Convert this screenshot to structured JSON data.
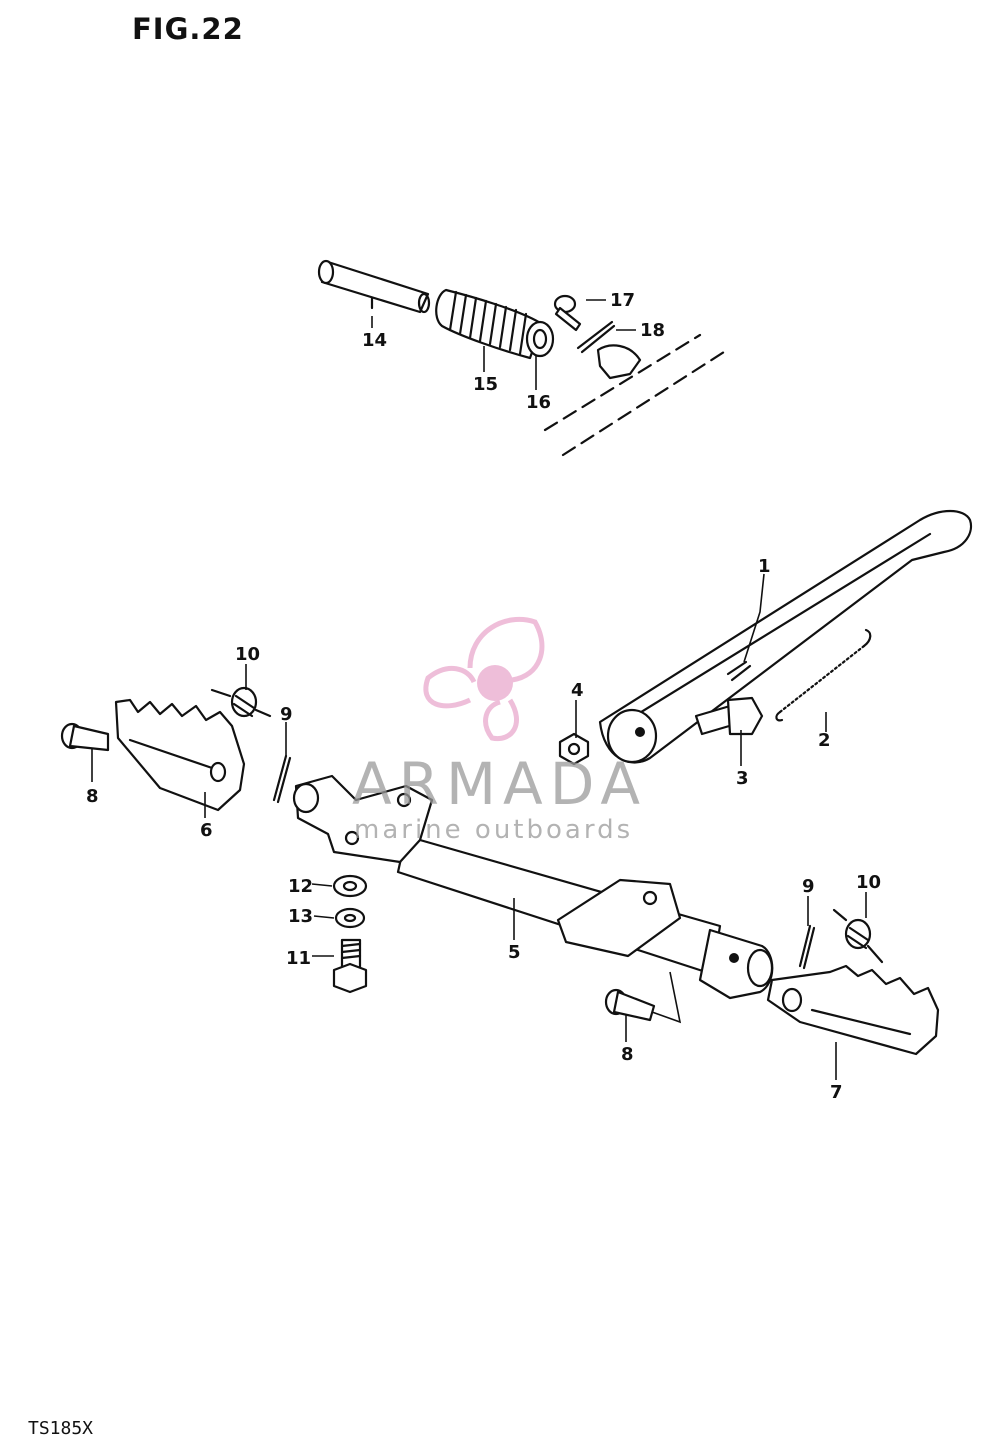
{
  "figure": {
    "title": "FIG.22",
    "model": "TS185X"
  },
  "watermark": {
    "brand": "ARMADA",
    "tagline": "marine outboards",
    "logo_icon": "propeller-icon",
    "logo_color": "#e8a3c9",
    "text_color": "#9a9a9a"
  },
  "callouts": [
    {
      "id": "c1",
      "label": "1"
    },
    {
      "id": "c2",
      "label": "2"
    },
    {
      "id": "c3",
      "label": "3"
    },
    {
      "id": "c4",
      "label": "4"
    },
    {
      "id": "c5",
      "label": "5"
    },
    {
      "id": "c6",
      "label": "6"
    },
    {
      "id": "c7",
      "label": "7"
    },
    {
      "id": "c8a",
      "label": "8"
    },
    {
      "id": "c8b",
      "label": "8"
    },
    {
      "id": "c9a",
      "label": "9"
    },
    {
      "id": "c9b",
      "label": "9"
    },
    {
      "id": "c10a",
      "label": "10"
    },
    {
      "id": "c10b",
      "label": "10"
    },
    {
      "id": "c11",
      "label": "11"
    },
    {
      "id": "c12",
      "label": "12"
    },
    {
      "id": "c13",
      "label": "13"
    },
    {
      "id": "c14",
      "label": "14"
    },
    {
      "id": "c15",
      "label": "15"
    },
    {
      "id": "c16",
      "label": "16"
    },
    {
      "id": "c17",
      "label": "17"
    },
    {
      "id": "c18",
      "label": "18"
    }
  ]
}
